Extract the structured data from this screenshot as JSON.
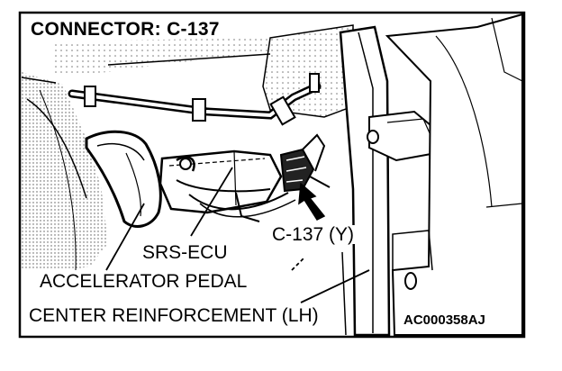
{
  "figure": {
    "title": "CONNECTOR: C-137",
    "figure_code": "AC000358AJ",
    "callouts": {
      "connector": "C-137 (Y)",
      "srs_ecu": "SRS-ECU",
      "accelerator_pedal": "ACCELERATOR PEDAL",
      "center_reinforcement": "CENTER REINFORCEMENT (LH)"
    }
  },
  "colors": {
    "line": "#000000",
    "background": "#ffffff",
    "shading": "#d8d8d8"
  }
}
